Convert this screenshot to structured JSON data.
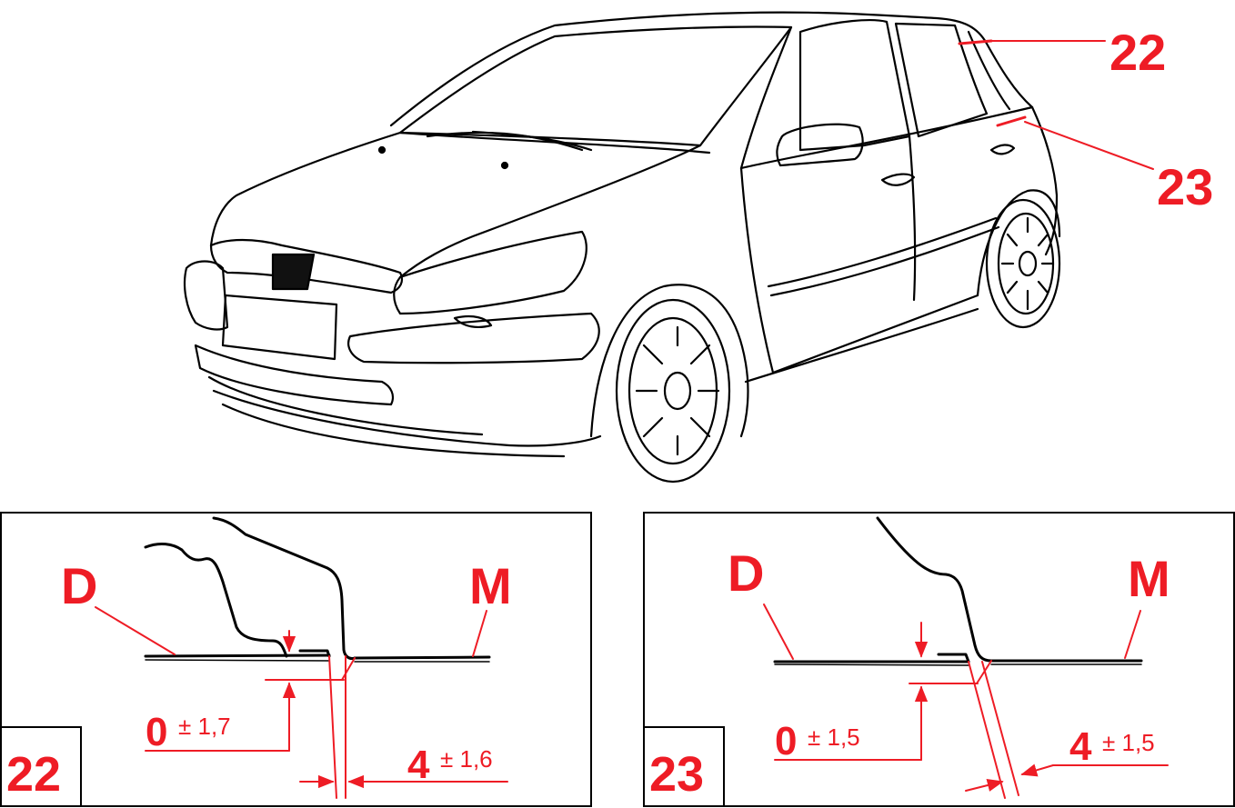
{
  "callouts": {
    "upper": "22",
    "lower": "23"
  },
  "panel_22": {
    "number": "22",
    "left_label": "D",
    "right_label": "M",
    "vertical_value": "0",
    "vertical_tol": "± 1,7",
    "horizontal_value": "4",
    "horizontal_tol": "± 1,6"
  },
  "panel_23": {
    "number": "23",
    "left_label": "D",
    "right_label": "M",
    "vertical_value": "0",
    "vertical_tol": "± 1,5",
    "horizontal_value": "4",
    "horizontal_tol": "± 1,5"
  },
  "colors": {
    "annotation": "#ee1c25",
    "line": "#000000"
  },
  "icons": [
    "red-dimension-arrow",
    "car-line-drawing"
  ]
}
